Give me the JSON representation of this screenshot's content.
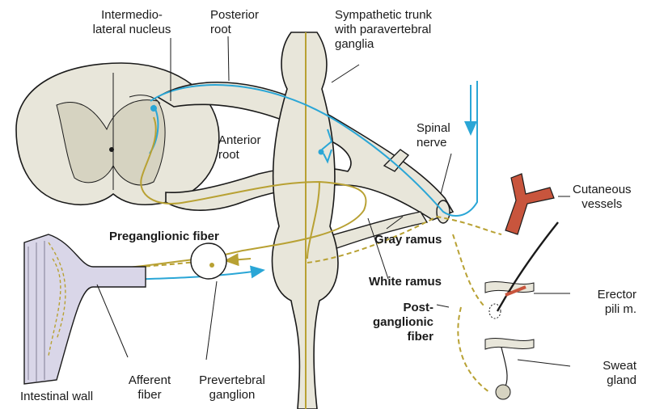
{
  "labels": {
    "intermedio_1": "Intermedio-",
    "intermedio_2": "lateral nucleus",
    "posterior_1": "Posterior",
    "posterior_2": "root",
    "symp_1": "Sympathetic trunk",
    "symp_2": "with paravertebral",
    "symp_3": "ganglia",
    "spinal_1": "Spinal",
    "spinal_2": "nerve",
    "anterior_1": "Anterior",
    "anterior_2": "root",
    "cutaneous_1": "Cutaneous",
    "cutaneous_2": "vessels",
    "preganglionic": "Preganglionic fiber",
    "gray_ramus": "Gray ramus",
    "white_ramus": "White ramus",
    "erector_1": "Erector",
    "erector_2": "pili m.",
    "post_1": "Post-",
    "post_2": "ganglionic",
    "post_3": "fiber",
    "sweat_1": "Sweat",
    "sweat_2": "gland",
    "intestinal": "Intestinal wall",
    "afferent_1": "Afferent",
    "afferent_2": "fiber",
    "prevert_1": "Prevertebral",
    "prevert_2": "ganglion"
  },
  "colors": {
    "tissue": "#e8e6da",
    "gray_matter": "#d6d3c1",
    "outline": "#1a1a1a",
    "afferent_blue": "#2aa6d6",
    "efferent_gold": "#b8a133",
    "vessel": "#c8553d",
    "intestine": "#d9d6e8"
  }
}
